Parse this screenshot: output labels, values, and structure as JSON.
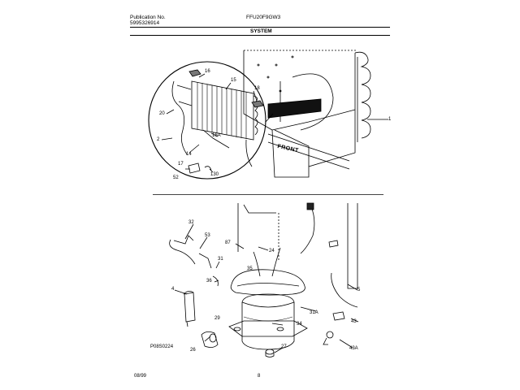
{
  "header": {
    "publication_label": "Publication No.",
    "publication_number": "5995326914",
    "model": "FFU20F9GW3",
    "section": "SYSTEM"
  },
  "footer": {
    "date": "08/99",
    "page": "8",
    "drawing_code": "P08S0224"
  },
  "upper_labels": {
    "l16": "16",
    "l15": "15",
    "l18": "18",
    "l20": "20",
    "l16a": "16A",
    "l2": "2",
    "l14": "14",
    "l17": "17",
    "l52": "52",
    "l130": "130",
    "l1": "1",
    "front": "FRONT"
  },
  "lower_labels": {
    "l32": "32",
    "l53": "53",
    "l87": "87",
    "l24": "24",
    "l31": "31",
    "l35": "35",
    "l36": "36",
    "l4": "4",
    "l5": "5",
    "l29": "29",
    "l31a": "31A",
    "l43": "43",
    "l34": "34",
    "l26": "26",
    "l27": "27",
    "l43a": "43A"
  }
}
